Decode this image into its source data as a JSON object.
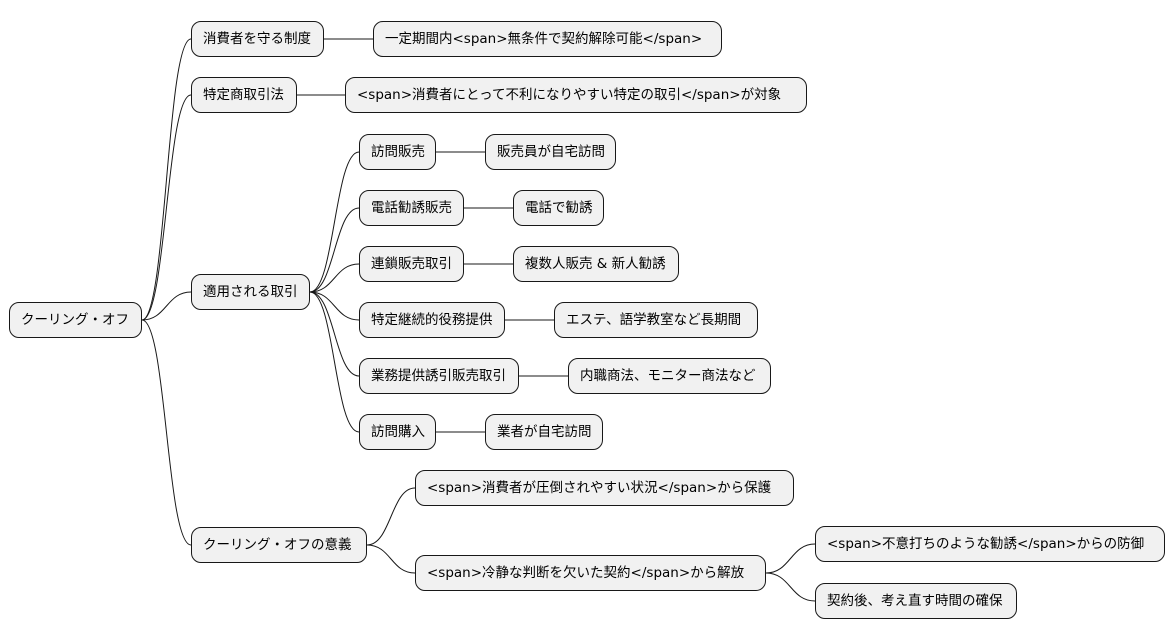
{
  "root": {
    "label": "クーリング・オフ",
    "children": [
      {
        "label": "消費者を守る制度",
        "children": [
          {
            "label": "一定期間内<span>無条件で契約解除可能</span>"
          }
        ]
      },
      {
        "label": "特定商取引法",
        "children": [
          {
            "label": "<span>消費者にとって不利になりやすい特定の取引</span>が対象"
          }
        ]
      },
      {
        "label": "適用される取引",
        "children": [
          {
            "label": "訪問販売",
            "children": [
              {
                "label": "販売員が自宅訪問"
              }
            ]
          },
          {
            "label": "電話勧誘販売",
            "children": [
              {
                "label": "電話で勧誘"
              }
            ]
          },
          {
            "label": "連鎖販売取引",
            "children": [
              {
                "label": "複数人販売 & 新人勧誘"
              }
            ]
          },
          {
            "label": "特定継続的役務提供",
            "children": [
              {
                "label": "エステ、語学教室など長期間"
              }
            ]
          },
          {
            "label": "業務提供誘引販売取引",
            "children": [
              {
                "label": "内職商法、モニター商法など"
              }
            ]
          },
          {
            "label": "訪問購入",
            "children": [
              {
                "label": "業者が自宅訪問"
              }
            ]
          }
        ]
      },
      {
        "label": "クーリング・オフの意義",
        "children": [
          {
            "label": "<span>消費者が圧倒されやすい状況</span>から保護"
          },
          {
            "label": "<span>冷静な判断を欠いた契約</span>から解放",
            "children": [
              {
                "label": "<span>不意打ちのような勧誘</span>からの防御"
              },
              {
                "label": "契約後、考え直す時間の確保"
              }
            ]
          }
        ]
      }
    ]
  }
}
